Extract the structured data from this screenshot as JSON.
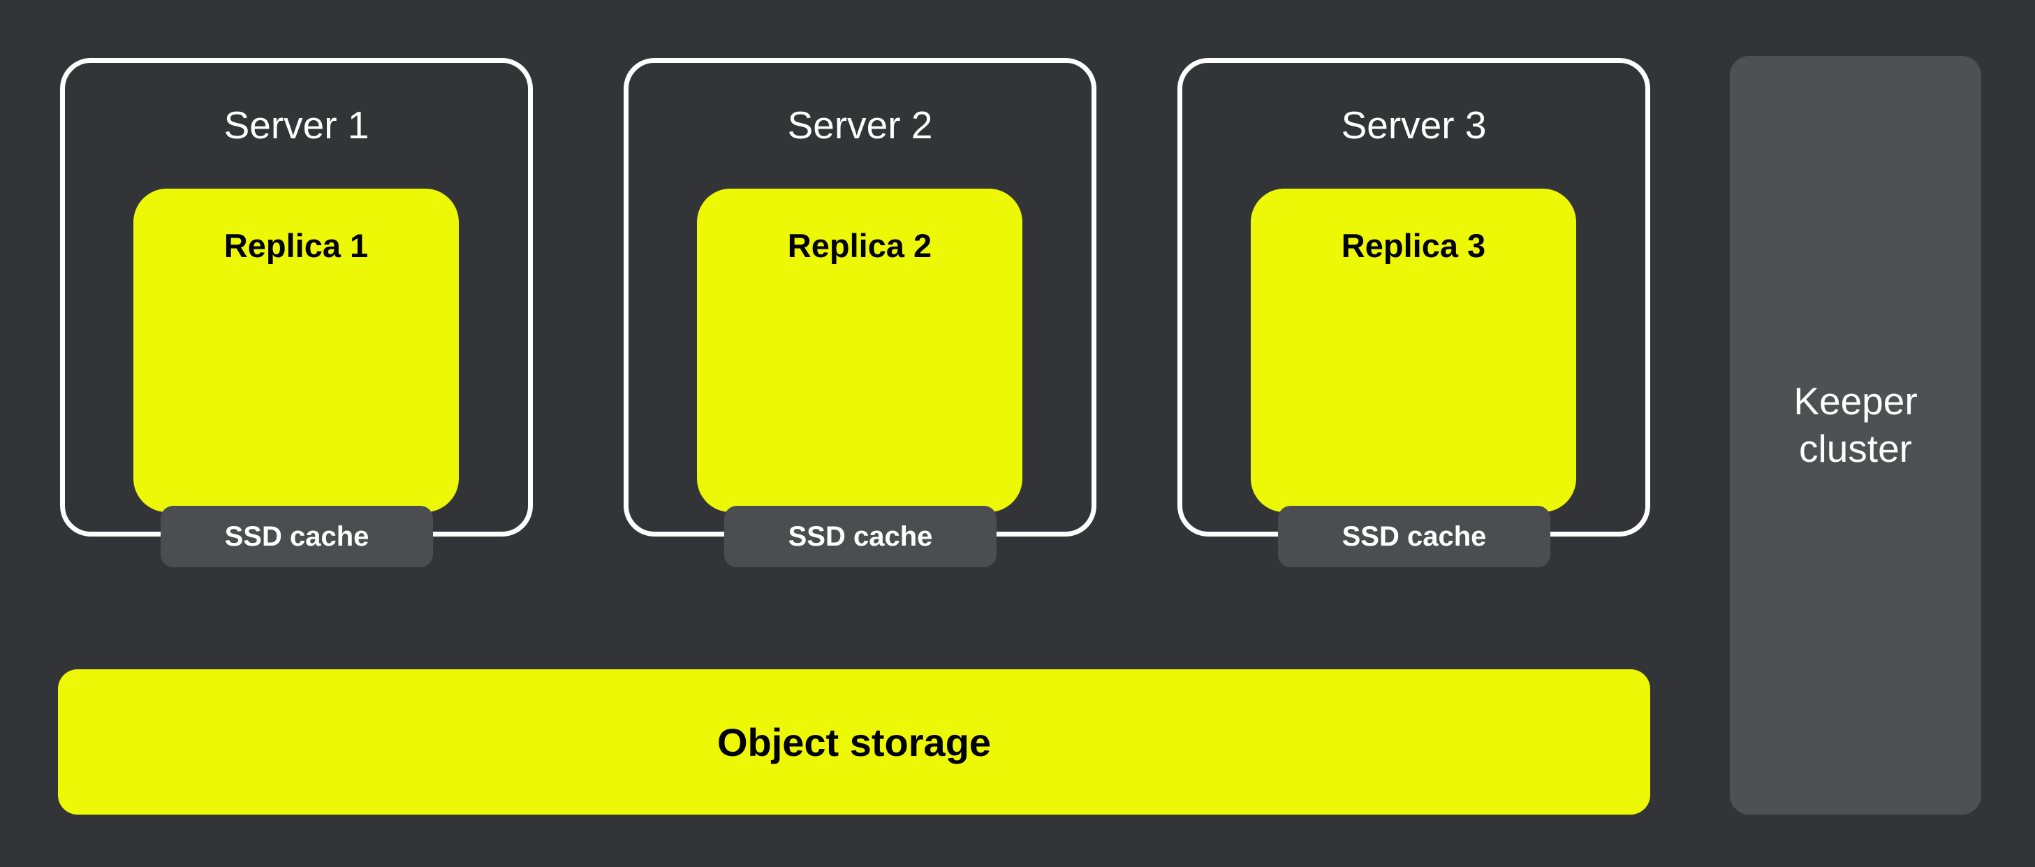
{
  "colors": {
    "background": "#333438",
    "accent_yellow": "#EDF807",
    "panel_gray": "#4E5053",
    "cache_gray": "#4C4D50",
    "border_white": "#FFFFFF",
    "text_light": "#FFFFFF",
    "text_dark": "#000000"
  },
  "servers": [
    {
      "label": "Server 1",
      "replica_label": "Replica 1",
      "cache_label": "SSD cache"
    },
    {
      "label": "Server 2",
      "replica_label": "Replica 2",
      "cache_label": "SSD cache"
    },
    {
      "label": "Server 3",
      "replica_label": "Replica 3",
      "cache_label": "SSD cache"
    }
  ],
  "keeper": {
    "label": "Keeper\ncluster"
  },
  "object_storage": {
    "label": "Object storage"
  }
}
